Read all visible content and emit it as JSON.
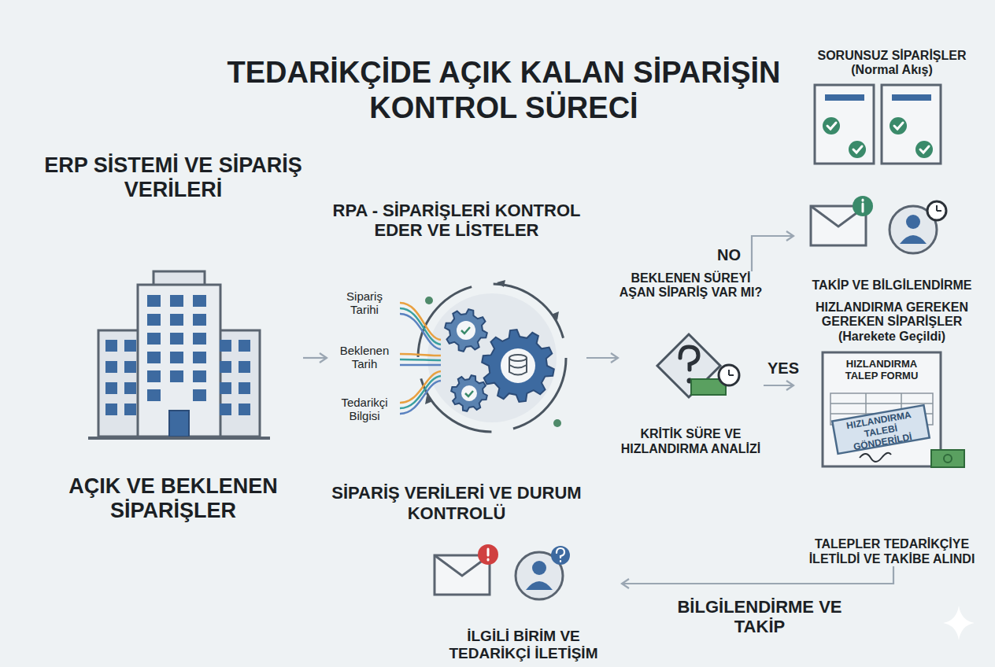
{
  "diagram": {
    "title": "TEDARİKÇİDE AÇIK KALAN SİPARİŞİN KONTROL SÜRECİ",
    "nodes": [
      {
        "text": [
          "ERP SİSTEMİ VE SİPARİŞ VERİLERİ",
          "AÇIK VE BEKLENEN SİPARİŞLER"
        ]
      },
      {
        "text": [
          "RPA - SİPARİŞLERİ KONTROL EDER VE LİSTELER",
          "SİPARİŞ VERİLERİ VE DURUM KONTROLÜ"
        ]
      },
      {
        "text": [
          "BEKLENEN SÜREYİ AŞAN SİPARİŞ VAR MI?",
          "KRİTİK SÜRE VE HIZLANDIRMA ANALİZİ"
        ]
      },
      {
        "text": [
          "SORUNSUZ SİPARİŞLER (Normal Akış)",
          "TAKİP VE BİLGİLENDİRME"
        ]
      },
      {
        "text": [
          "HIZLANDIRMA GEREKEN GEREKEN SİPARİŞLER (Harekete Geçildi)",
          "TALEPLER TEDARİKÇİYE İLETİLDİ VE TAKİBE ALINDI"
        ]
      },
      {
        "text": [
          "İLGİLİ BİRİM VE TEDARİKÇİ İLETİŞİM"
        ]
      }
    ],
    "edges": [
      {
        "from": 0,
        "to": 1,
        "arrow": "to"
      },
      {
        "from": 1,
        "to": 2,
        "arrow": "to"
      },
      {
        "from": 2,
        "to": 3,
        "label": "NO",
        "arrow": "to"
      },
      {
        "from": 2,
        "to": 4,
        "label": "YES",
        "arrow": "to"
      },
      {
        "from": 4,
        "to": 5,
        "label": "BİLGİLENDİRME VE TAKİP",
        "arrow": "to"
      }
    ],
    "labels": [
      "Sipariş Tarihi",
      "Beklenen Tarih",
      "Tedarikçi Bilgisi",
      "HIZLANDIRMA TALEP FORMU",
      "HIZLANDIRMA TALEBİ GÖNDERİLDİ"
    ]
  }
}
